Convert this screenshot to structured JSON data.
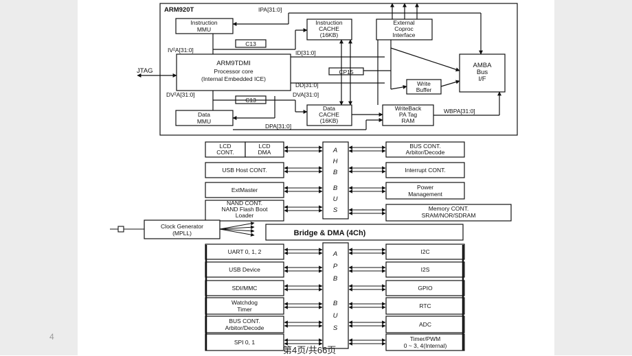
{
  "slide_number": "4",
  "footer": "第4页/共66页",
  "core": {
    "title": "ARM920T",
    "ipa": "IPA[31:0]",
    "instruction_mmu": [
      "Instruction",
      "MMU"
    ],
    "instruction_cache": [
      "Instruction",
      "CACHE",
      "(16KB)"
    ],
    "external_coproc": [
      "External",
      "Coproc",
      "Interface"
    ],
    "c13_top": "C13",
    "iva": "IV²A[31:0]",
    "id": "ID[31:0]",
    "jtag": "JTAG",
    "arm9tdmi": [
      "ARM9TDMI",
      "Processor core",
      "(Internal Embedded ICE)"
    ],
    "cp15": "CP15",
    "amba": [
      "AMBA",
      "Bus",
      "I/F"
    ],
    "dd": "DD[31:0]",
    "write_buffer": [
      "Write",
      "Buffer"
    ],
    "dva2": "DV²A[31:0]",
    "dva": "DVA[31:0]",
    "c13_bottom": "C13",
    "data_mmu": [
      "Data",
      "MMU"
    ],
    "data_cache": [
      "Data",
      "CACHE",
      "(16KB)"
    ],
    "writeback": [
      "WriteBack",
      "PA Tag",
      "RAM"
    ],
    "wbpa": "WBPA[31:0]",
    "dpa": "DPA[31:0]"
  },
  "ahb": {
    "bus_letters": [
      "A",
      "H",
      "B",
      "B",
      "U",
      "S"
    ],
    "lcd_cont": [
      "LCD",
      "CONT."
    ],
    "lcd_dma": [
      "LCD",
      "DMA"
    ],
    "usb_host": "USB Host CONT.",
    "extmaster": "ExtMaster",
    "nand": [
      "NAND CONT.",
      "NAND Flash Boot",
      "Loader"
    ],
    "bus_cont": [
      "BUS CONT.",
      "Arbitor/Decode"
    ],
    "interrupt": "Interrupt CONT.",
    "power": [
      "Power",
      "Management"
    ],
    "memory": [
      "Memory CONT.",
      "SRAM/NOR/SDRAM"
    ]
  },
  "clock": [
    "Clock Generator",
    "(MPLL)"
  ],
  "bridge": "Bridge & DMA (4Ch)",
  "apb": {
    "bus_letters": [
      "A",
      "P",
      "B",
      "B",
      "U",
      "S"
    ],
    "left": [
      [
        "UART 0, 1, 2"
      ],
      [
        "USB Device"
      ],
      [
        "SDI/MMC"
      ],
      [
        "Watchdog",
        "Timer"
      ],
      [
        "BUS CONT.",
        "Arbitor/Decode"
      ],
      [
        "SPI 0, 1"
      ]
    ],
    "right": [
      [
        "I2C"
      ],
      [
        "I2S"
      ],
      [
        "GPIO"
      ],
      [
        "RTC"
      ],
      [
        "ADC"
      ],
      [
        "Timer/PWM",
        "0 ~ 3, 4(Internal)"
      ]
    ]
  }
}
